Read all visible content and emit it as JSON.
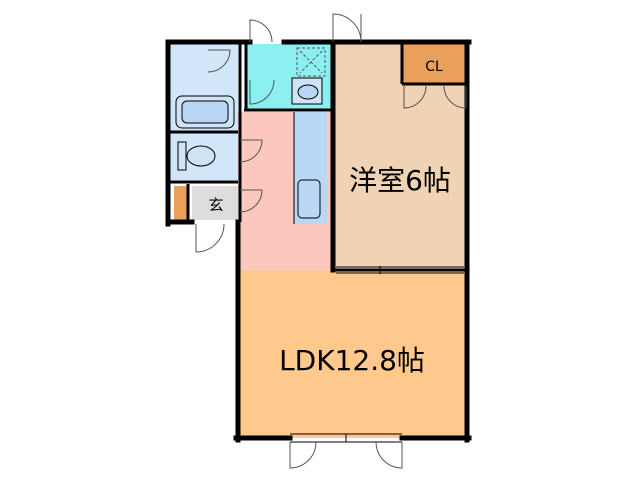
{
  "rooms": {
    "western_room": {
      "label": "洋室6帖",
      "color": "#F0D2B4"
    },
    "ldk": {
      "label": "LDK12.8帖",
      "color": "#FFC88C"
    },
    "closet": {
      "label": "CL",
      "color": "#E8A05A"
    },
    "hallway": {
      "color": "#FCC8BE"
    },
    "entrance": {
      "label": "玄"
    },
    "wet_area": {
      "color": "#D2E6FA"
    },
    "washroom": {
      "color": "#8CF0F0"
    },
    "fixture": {
      "color": "#B9D7F5"
    }
  },
  "colors": {
    "wall": "#000000",
    "door": "#555555",
    "shoe_cabinet": "#E8A05A",
    "entrance_floor": "#DDDDDD"
  }
}
